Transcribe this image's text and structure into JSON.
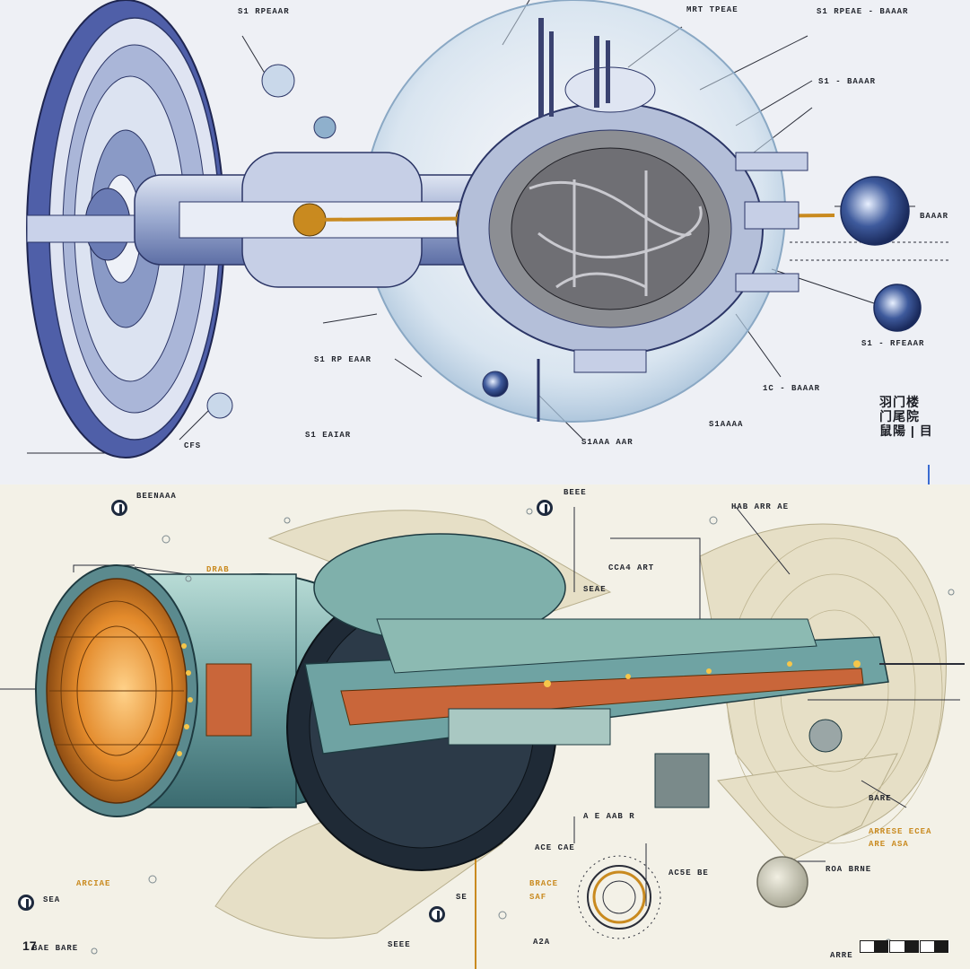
{
  "top_panel": {
    "labels": [
      "S1 RPEAAR",
      "S1 RP EAAR",
      "MRT TPEAE",
      "S1 RPEAE - BAAAR",
      "S1 - BAAAR",
      "S1 - RFEAAR",
      "1C - BAAAR",
      "S1AAA AAR",
      "CFS",
      "BAAAR",
      "S1 EAIAR",
      "S1AAAA"
    ],
    "glyph_block": [
      "羽门楼",
      "门尾院",
      "鼠陽 | 目"
    ]
  },
  "bottom_panel": {
    "labels": [
      "BEENAAA",
      "BEEE",
      "HAB ARR AE",
      "CCA4 ART",
      "A E AAB R",
      "ACE CAE",
      "SEA",
      "SE",
      "BARE",
      "ROA BRNE",
      "AC5E BE",
      "A2A",
      "SEEE",
      "BAE BARE",
      "SEAE",
      "ARRE"
    ],
    "accent_labels": [
      "ARRESE ECEA",
      "ARE ASA",
      "BRACE",
      "SAF",
      "ARCIAE",
      "DRAB"
    ],
    "corner_number": "17"
  },
  "colors": {
    "top_background": "#eef0f5",
    "bottom_background": "#f3f1e7",
    "hull_blue": "#8fa3cf",
    "ring_blue": "#4f5fa8",
    "bubble": "#d6e6f2",
    "teal_hull": "#6fa3a3",
    "engine_orange": "#e38a2b",
    "accent_gold": "#c98a1f",
    "ink": "#23262e"
  },
  "icons": [
    "target-badge-icon",
    "planet-icon",
    "scale-bar-icon"
  ]
}
